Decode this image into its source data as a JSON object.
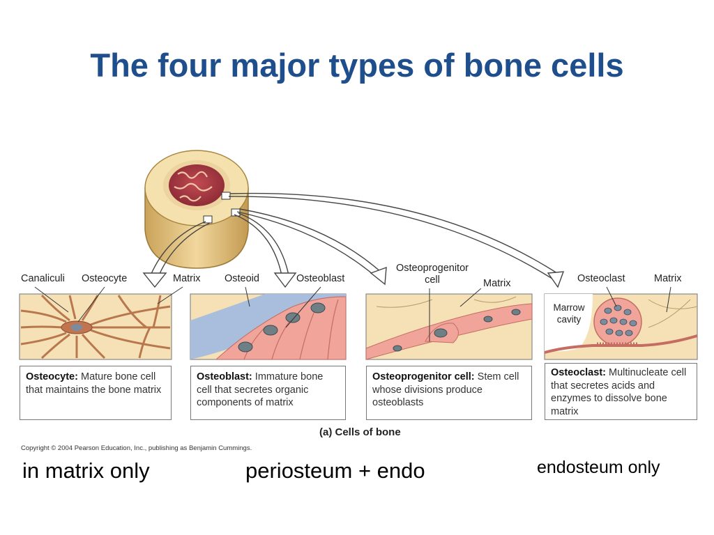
{
  "title": "The four major types of bone cells",
  "labels": {
    "canaliculi": "Canaliculi",
    "osteocyte": "Osteocyte",
    "matrix_1": "Matrix",
    "osteoid": "Osteoid",
    "osteoblast": "Osteoblast",
    "osteoprogenitor": "Osteoprogenitor\ncell",
    "matrix_2": "Matrix",
    "osteoclast": "Osteoclast",
    "matrix_3": "Matrix",
    "marrow_cavity": "Marrow\ncavity"
  },
  "cells": [
    {
      "name": "Osteocyte:",
      "text": "Mature bone cell that maintains the bone matrix"
    },
    {
      "name": "Osteoblast:",
      "text": "Immature bone cell that secretes organic components of matrix"
    },
    {
      "name": "Osteoprogenitor cell:",
      "text": "Stem cell whose divisions produce osteoblasts"
    },
    {
      "name": "Osteoclast:",
      "text": "Multinucleate cell that secretes acids and enzymes to dissolve bone matrix"
    }
  ],
  "caption": "(a) Cells of bone",
  "copyright": "Copyright © 2004 Pearson Education, Inc., publishing as Benjamin Cummings.",
  "notes": {
    "note_1": "in matrix only",
    "note_2": "periosteum + endo",
    "note_3": "endosteum only"
  },
  "colors": {
    "title": "#1f4e8c",
    "bone": "#f3e2b4",
    "marrow": "#a83a44",
    "cell": "#f0a49a",
    "nucleus": "#6e7f86",
    "osteoid": "#a9bedc"
  }
}
